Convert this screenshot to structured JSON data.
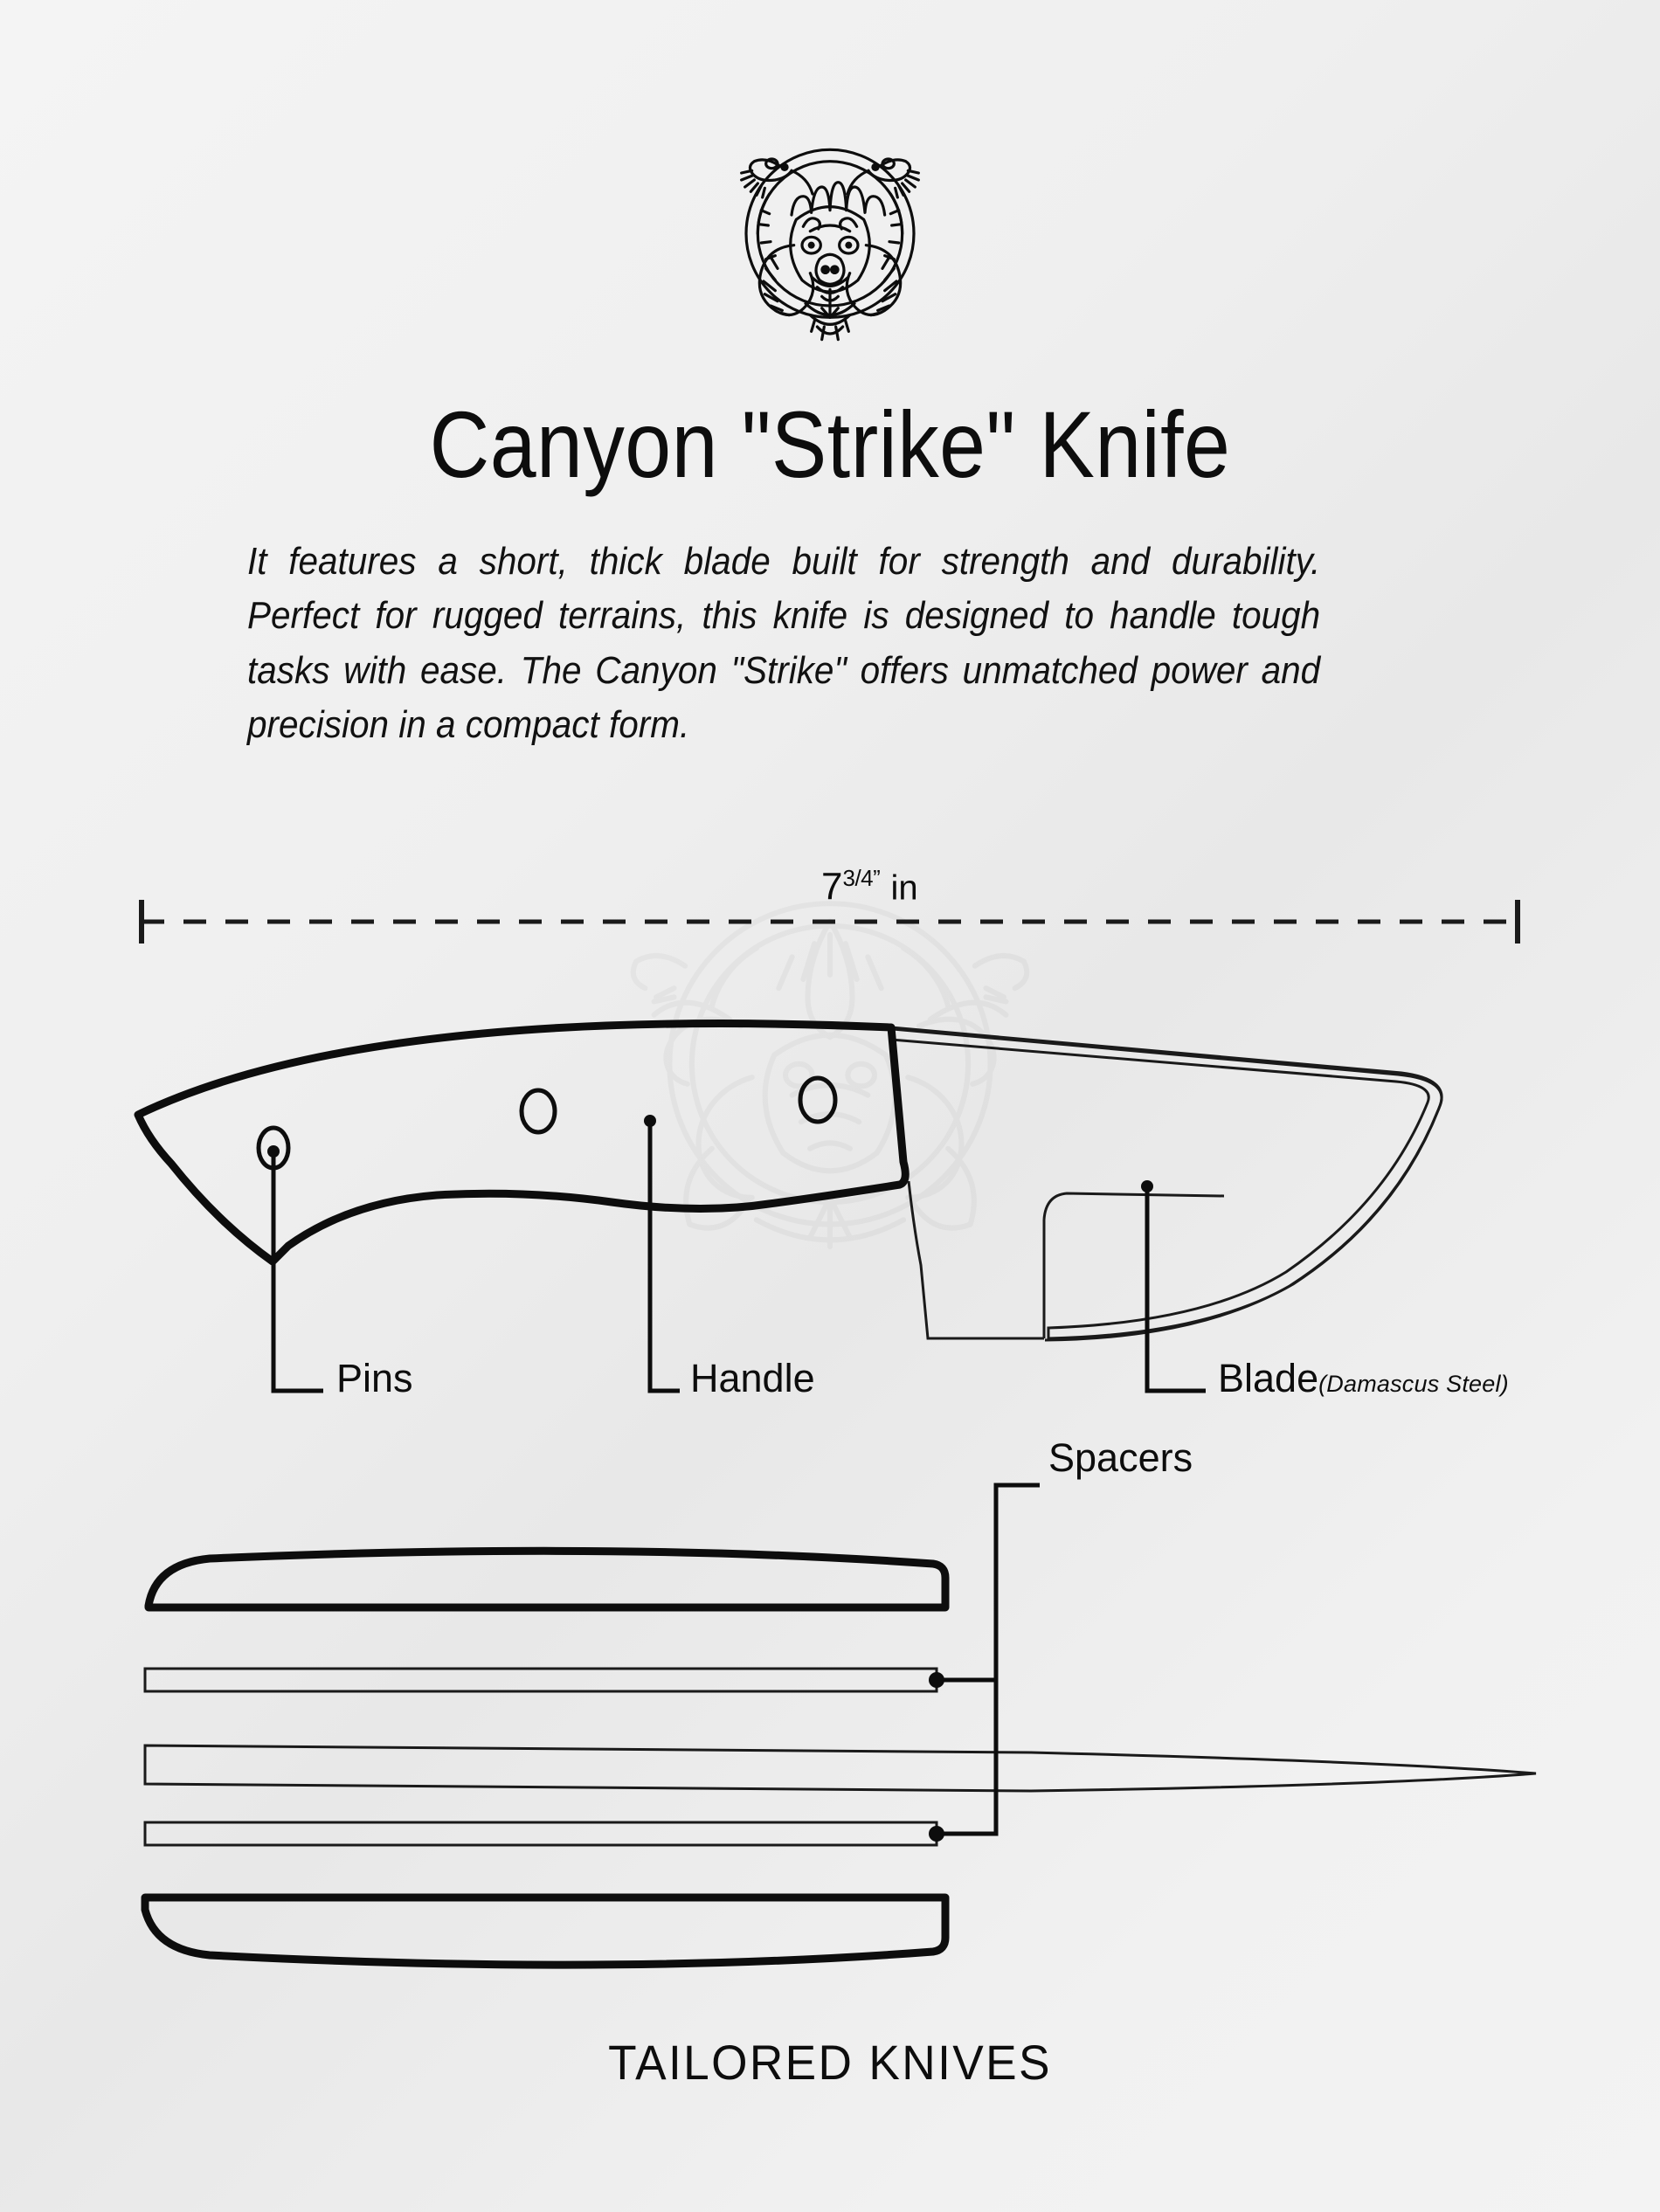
{
  "brand": {
    "logo_icon": "ram-crest-logo-icon",
    "footer": "TAILORED KNIVES"
  },
  "header": {
    "title": "Canyon \"Strike\" Knife",
    "description": "It features a short, thick blade built for strength and durability. Perfect for rugged terrains, this knife is designed to handle tough tasks with ease. The Canyon \"Strike\" offers unmatched power and precision in a compact form."
  },
  "dimension": {
    "whole": "7",
    "fraction": "3/4”",
    "unit": "in",
    "full": "7 3/4” in"
  },
  "callouts": {
    "pins": "Pins",
    "handle": "Handle",
    "blade": "Blade",
    "blade_material": "(Damascus Steel)",
    "spacers": "Spacers"
  },
  "colors": {
    "background": "#f2f2f2",
    "ink": "#0d0d0d",
    "thin_line": "#1a1a1a",
    "watermark": "#9a9a9a"
  }
}
